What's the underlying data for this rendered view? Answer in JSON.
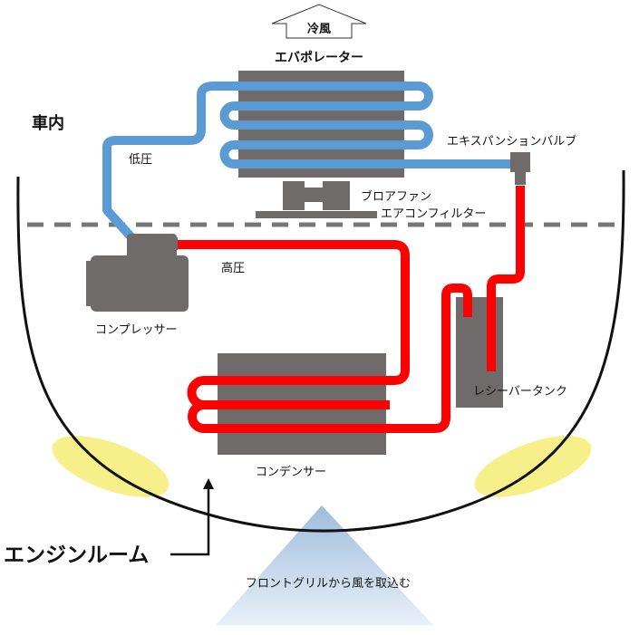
{
  "labels": {
    "cold_air": "冷風",
    "evaporator": "エバポレーター",
    "cabin": "車内",
    "low_pressure": "低圧",
    "expansion_valve": "エキスパンションバルブ",
    "blower_fan": "ブロアファン",
    "ac_filter": "エアコンフィルター",
    "high_pressure": "高圧",
    "compressor": "コンプレッサー",
    "receiver_tank": "レシーバータンク",
    "condenser": "コンデンサー",
    "engine_room": "エンジンルーム",
    "front_grill": "フロントグリルから風を取込む"
  },
  "colors": {
    "low_pressure_pipe": "#5b9bd5",
    "high_pressure_pipe": "#ff0000",
    "component": "#6f6b6b",
    "headlight": "#f7f08a",
    "airflow": "#b9cfe6"
  }
}
